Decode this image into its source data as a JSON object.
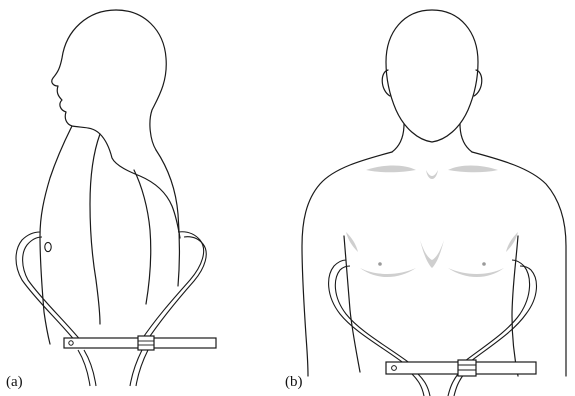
{
  "figure": {
    "panels": [
      {
        "id": "a",
        "label": "(a)",
        "view": "side"
      },
      {
        "id": "b",
        "label": "(b)",
        "view": "front"
      }
    ],
    "colors": {
      "ink": "#1a1a1a",
      "shading": "#cfcfcf",
      "background": "#ffffff"
    }
  }
}
